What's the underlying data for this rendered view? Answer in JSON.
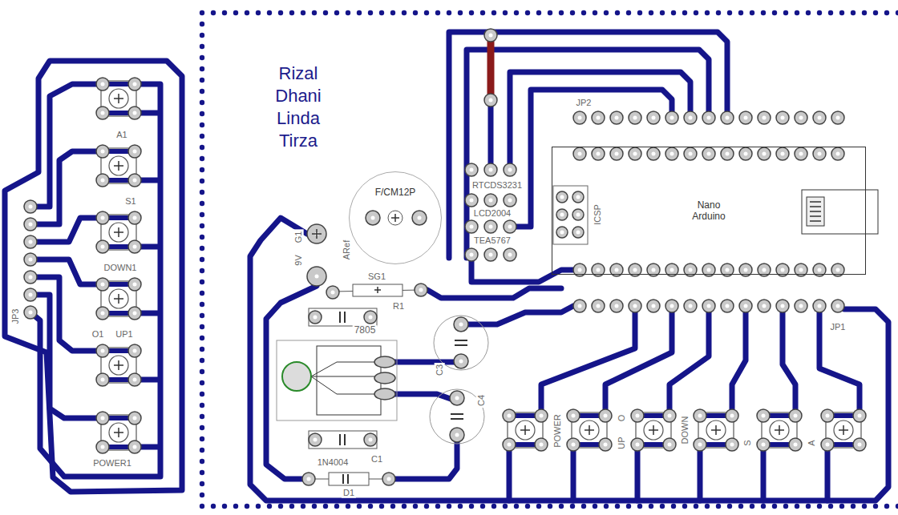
{
  "diagram": {
    "nodes": [
      {
        "text": [
          "Nano Arduino"
        ]
      },
      {
        "text": [
          "F/CM12P"
        ]
      }
    ],
    "labels": [
      "Rizal",
      "Dhani",
      "Linda",
      "Tirza",
      "JP2",
      "RTCDS3231",
      "LCD2004",
      "TEA5767",
      "ICSP",
      "G1",
      "9V",
      "ARef",
      "SG1",
      "R1",
      "7805",
      "C3",
      "C4",
      "C1",
      "1N4004",
      "D1",
      "JP1",
      "POWER",
      "UP",
      "O",
      "DOWN",
      "S",
      "A",
      "A1",
      "S1",
      "DOWN1",
      "O1",
      "UP1",
      "POWER1",
      "JP3"
    ]
  }
}
